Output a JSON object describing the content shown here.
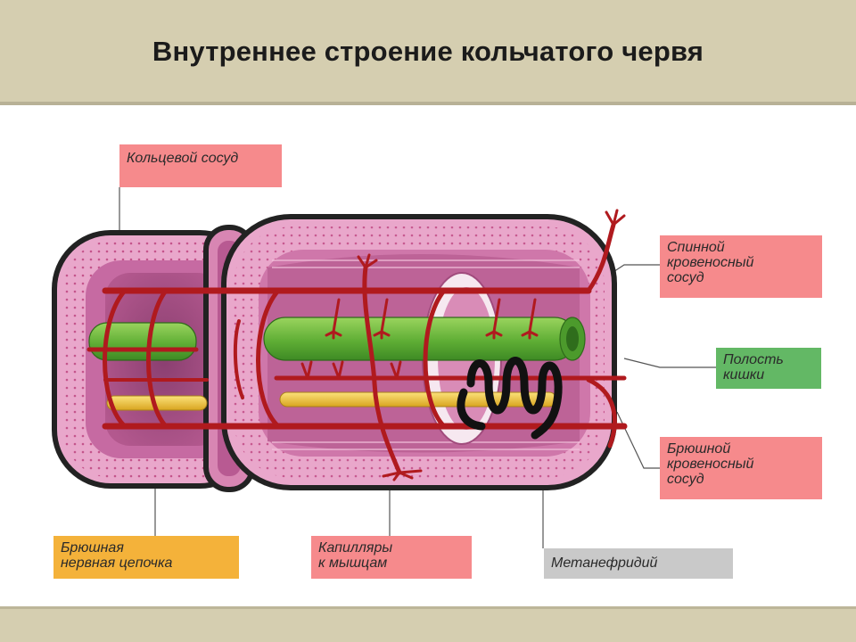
{
  "title": "Внутреннее строение кольчатого червя",
  "labels": {
    "ring_vessel": [
      "Кольцевой сосуд"
    ],
    "dorsal_vessel": [
      "Спинной",
      "кровеносный",
      "сосуд"
    ],
    "gut_cavity": [
      "Полость",
      "кишки"
    ],
    "ventral_vessel": [
      "Брюшной",
      "кровеносный",
      "сосуд"
    ],
    "nerve_chain": [
      "Брюшная",
      "нервная цепочка"
    ],
    "capillaries": [
      "Капилляры",
      "к мышцам"
    ],
    "metanephridium": [
      "Метанефридий"
    ]
  },
  "colors": {
    "header": "#d5ceb0",
    "label_red": "#f68a8c",
    "label_green": "#63b865",
    "label_yellow": "#f4b23a",
    "label_grey": "#c9c9c9",
    "body_wall": "#e7a3c9",
    "vessel": "#b01a1e",
    "intestine": "#6cb640",
    "nerve": "#f0c040",
    "nephridium": "#111111"
  }
}
